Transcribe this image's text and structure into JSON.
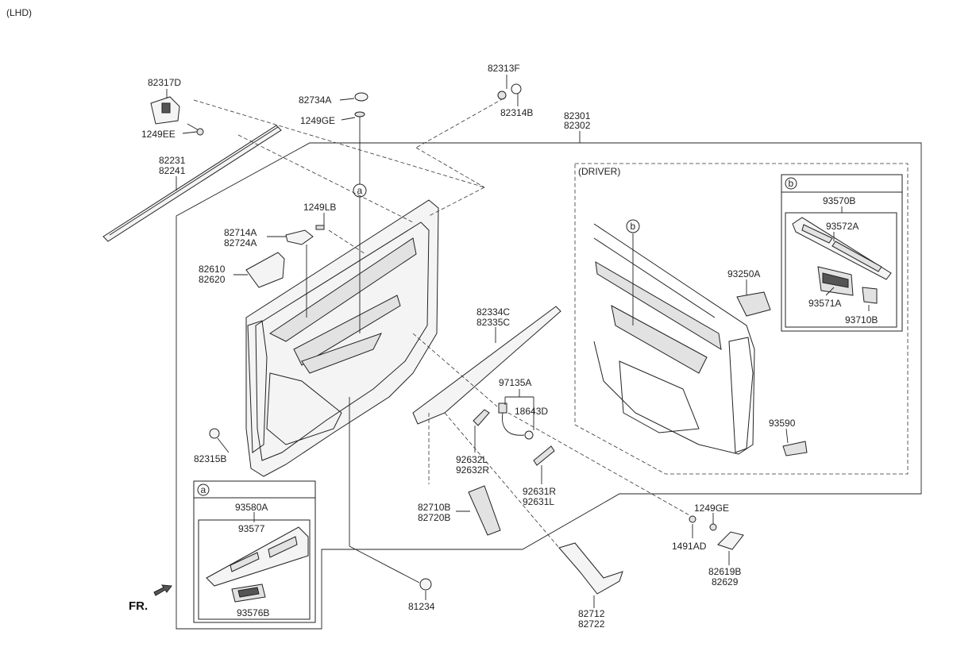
{
  "header": {
    "variant": "(LHD)"
  },
  "driver_box": {
    "title": "(DRIVER)"
  },
  "markers": {
    "a": "a",
    "b": "b"
  },
  "direction": {
    "label": "FR."
  },
  "parts": {
    "p82317D": "82317D",
    "p1249EE": "1249EE",
    "p82231": "82231",
    "p82241": "82241",
    "p82734A": "82734A",
    "p1249GE_top": "1249GE",
    "p82313F": "82313F",
    "p82314B": "82314B",
    "p82301": "82301",
    "p82302": "82302",
    "p1249LB": "1249LB",
    "p82714A": "82714A",
    "p82724A": "82724A",
    "p82610": "82610",
    "p82620": "82620",
    "p82334C": "82334C",
    "p82335C": "82335C",
    "p97135A": "97135A",
    "p18643D": "18643D",
    "p92632L": "92632L",
    "p92632R": "92632R",
    "p92631R": "92631R",
    "p92631L": "92631L",
    "p82315B": "82315B",
    "p93580A": "93580A",
    "p93577": "93577",
    "p93576B": "93576B",
    "p82710B": "82710B",
    "p82720B": "82720B",
    "p81234": "81234",
    "p82712": "82712",
    "p82722": "82722",
    "p1249GE_bottom": "1249GE",
    "p1491AD": "1491AD",
    "p82619B": "82619B",
    "p82629": "82629",
    "p93570B": "93570B",
    "p93572A": "93572A",
    "p93250A": "93250A",
    "p93571A": "93571A",
    "p93710B": "93710B",
    "p93590": "93590"
  }
}
